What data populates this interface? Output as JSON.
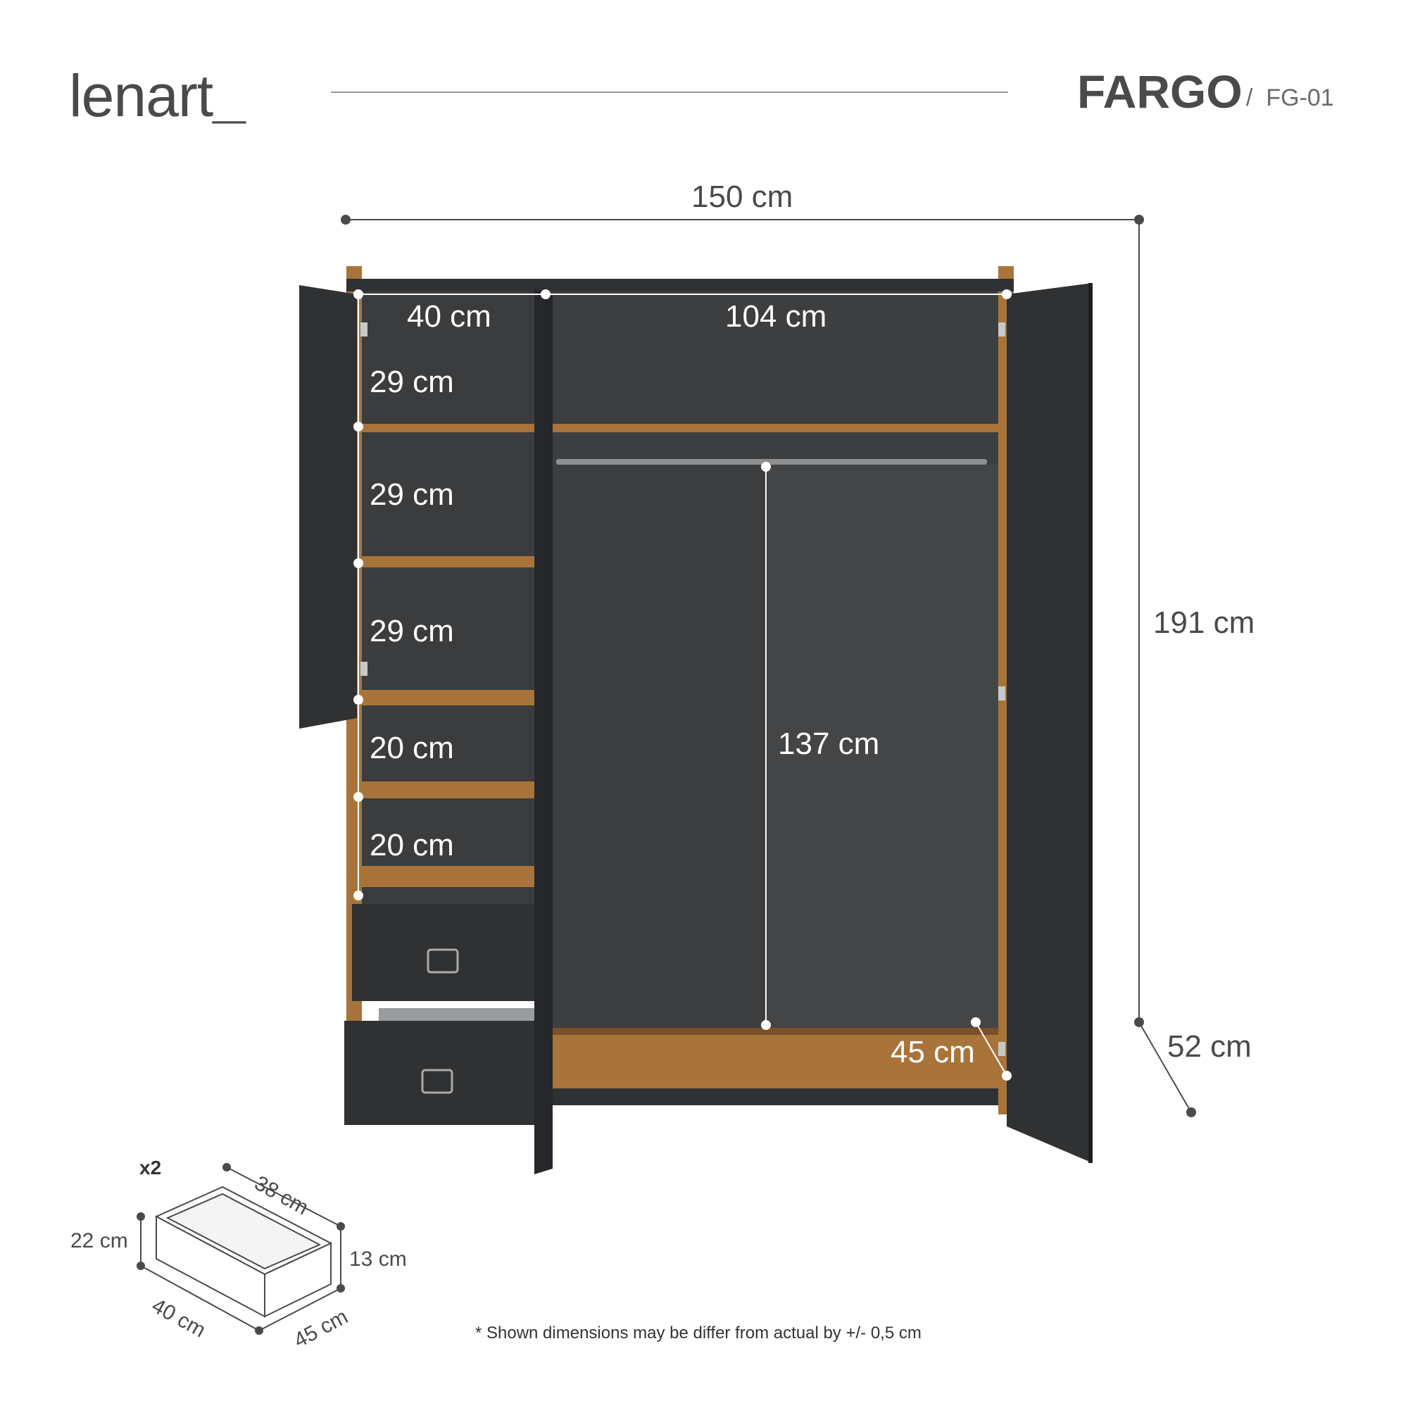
{
  "header": {
    "brand": "lenart",
    "model": "FARGO",
    "separator": "/",
    "model_code": "FG-01"
  },
  "dimensions": {
    "width": "150 cm",
    "height": "191 cm",
    "depth": "52 cm",
    "left_compartment_width": "40 cm",
    "right_compartment_width": "104 cm",
    "shelf_1": "29 cm",
    "shelf_2": "29 cm",
    "shelf_3": "29 cm",
    "shelf_4": "20 cm",
    "shelf_5": "20 cm",
    "hanging_height": "137 cm",
    "inner_depth": "45 cm"
  },
  "drawer": {
    "quantity": "x2",
    "depth_top": "38 cm",
    "outer_height": "22 cm",
    "inner_height": "13 cm",
    "width": "40 cm",
    "depth": "45 cm"
  },
  "footnote": "* Shown dimensions may be differ from actual by +/- 0,5 cm",
  "colors": {
    "panel_dark": "#2f3133",
    "interior": "#3d3e40",
    "oak": "#a8743a",
    "oak_dark": "#7a5028",
    "line": "#4a4a4a"
  }
}
